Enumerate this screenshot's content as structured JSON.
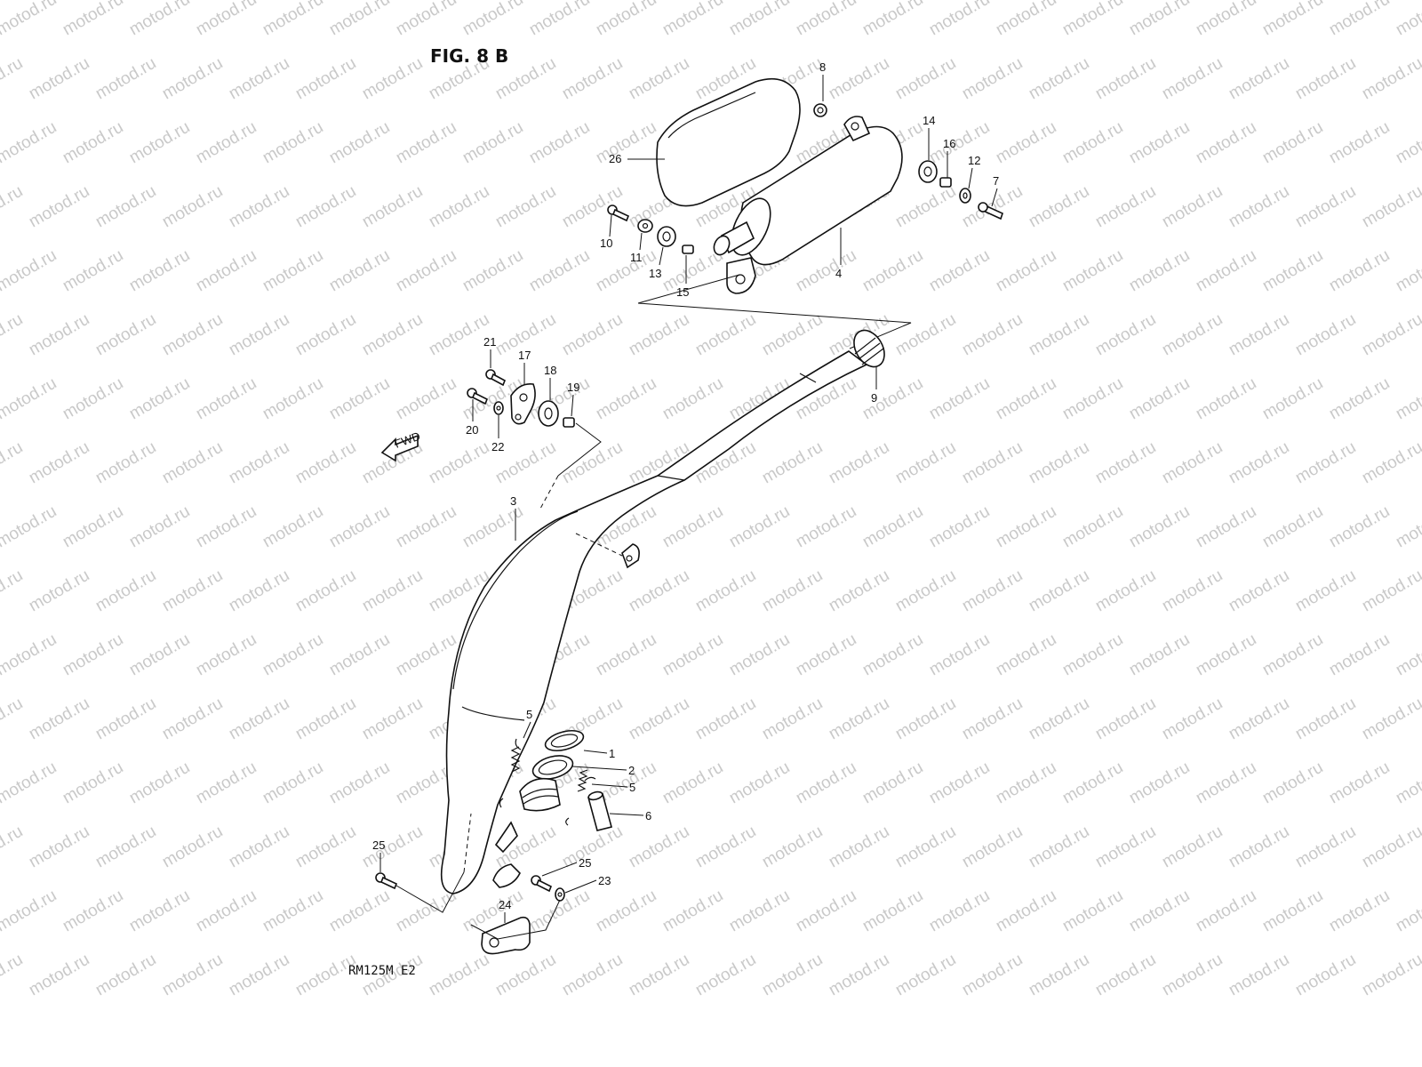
{
  "figure": {
    "title": "FIG. 8 B",
    "model_code": "RM125M  E2",
    "fwd_label": "FWD"
  },
  "watermark": {
    "text": "motod.ru"
  },
  "callouts": [
    {
      "id": "c1",
      "label": "1"
    },
    {
      "id": "c2",
      "label": "2"
    },
    {
      "id": "c3",
      "label": "3"
    },
    {
      "id": "c4",
      "label": "4"
    },
    {
      "id": "c5a",
      "label": "5"
    },
    {
      "id": "c5b",
      "label": "5"
    },
    {
      "id": "c6",
      "label": "6"
    },
    {
      "id": "c7",
      "label": "7"
    },
    {
      "id": "c8",
      "label": "8"
    },
    {
      "id": "c9",
      "label": "9"
    },
    {
      "id": "c10",
      "label": "10"
    },
    {
      "id": "c11",
      "label": "11"
    },
    {
      "id": "c12",
      "label": "12"
    },
    {
      "id": "c13",
      "label": "13"
    },
    {
      "id": "c14",
      "label": "14"
    },
    {
      "id": "c15",
      "label": "15"
    },
    {
      "id": "c16",
      "label": "16"
    },
    {
      "id": "c17",
      "label": "17"
    },
    {
      "id": "c18",
      "label": "18"
    },
    {
      "id": "c19",
      "label": "19"
    },
    {
      "id": "c20",
      "label": "20"
    },
    {
      "id": "c21",
      "label": "21"
    },
    {
      "id": "c22",
      "label": "22"
    },
    {
      "id": "c23",
      "label": "23"
    },
    {
      "id": "c24",
      "label": "24"
    },
    {
      "id": "c25a",
      "label": "25"
    },
    {
      "id": "c25b",
      "label": "25"
    },
    {
      "id": "c26",
      "label": "26"
    }
  ]
}
